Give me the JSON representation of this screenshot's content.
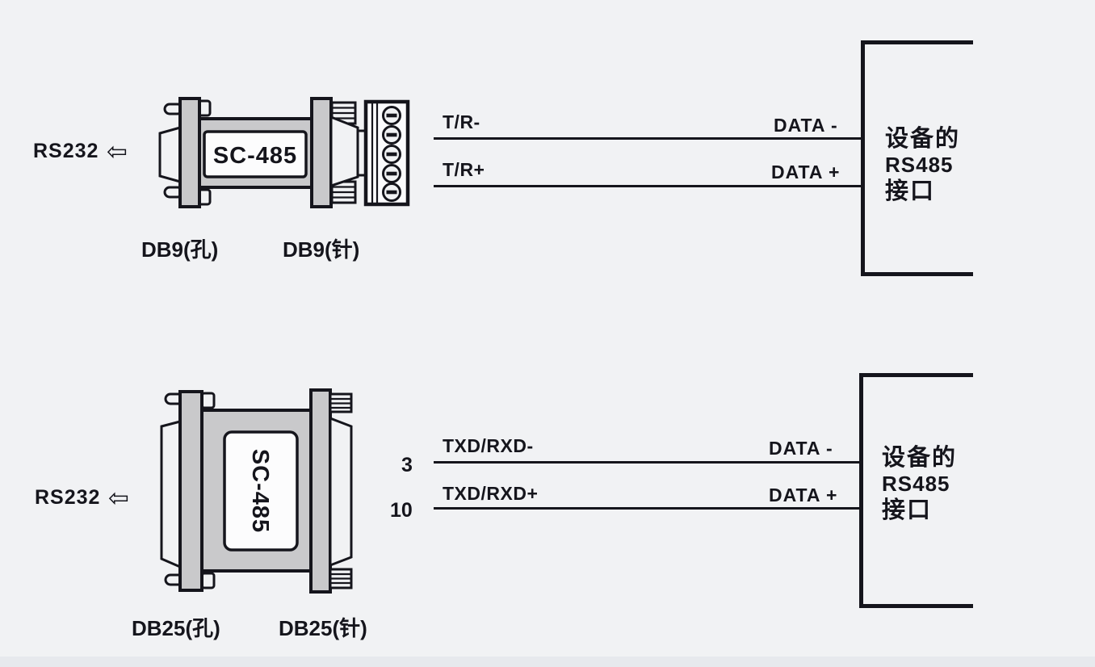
{
  "colors": {
    "background": "#f1f2f4",
    "line": "#15151c",
    "converter_body": "#c9c9cb",
    "label_fill": "#fcfcfd"
  },
  "top": {
    "source_label": "RS232",
    "arrow_icon": "⇦",
    "converter_model": "SC-485",
    "female_label": "DB9(孔)",
    "male_label": "DB9(针)",
    "wire_minus": {
      "signal": "T/R-",
      "device": "DATA -"
    },
    "wire_plus": {
      "signal": "T/R+",
      "device": "DATA +"
    },
    "device_box": {
      "line1": "设备的",
      "line2": "RS485",
      "line3": "接口"
    }
  },
  "bottom": {
    "source_label": "RS232",
    "arrow_icon": "⇦",
    "converter_model": "SC-485",
    "female_label": "DB25(孔)",
    "male_label": "DB25(针)",
    "wire_minus": {
      "pin": "3",
      "signal": "TXD/RXD-",
      "device": "DATA -"
    },
    "wire_plus": {
      "pin": "10",
      "signal": "TXD/RXD+",
      "device": "DATA +"
    },
    "device_box": {
      "line1": "设备的",
      "line2": "RS485",
      "line3": "接口"
    }
  }
}
